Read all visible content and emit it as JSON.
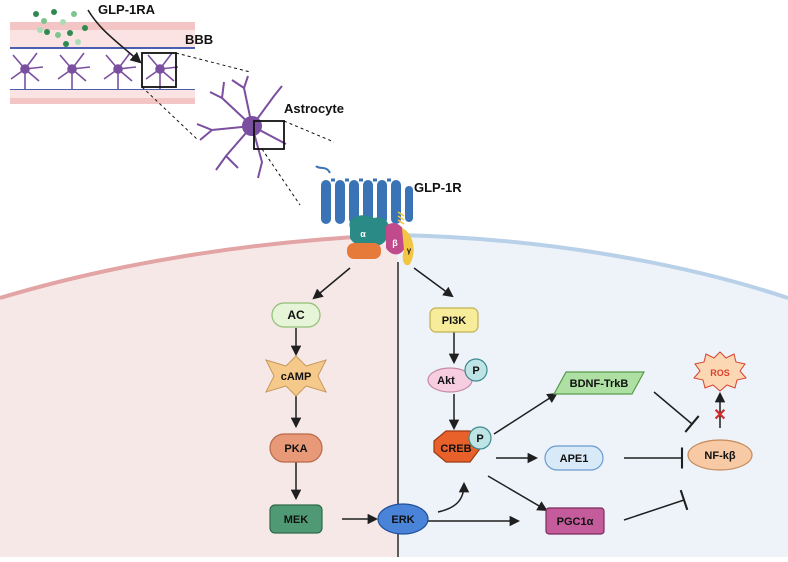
{
  "labels": {
    "glp1ra": "GLP-1RA",
    "bbb": "BBB",
    "astrocyte": "Astrocyte",
    "glp1r": "GLP-1R",
    "alpha": "α",
    "beta": "β",
    "gamma": "γ"
  },
  "nodes": {
    "ac": "AC",
    "camp": "cAMP",
    "pka": "PKA",
    "mek": "MEK",
    "erk": "ERK",
    "pi3k": "PI3K",
    "akt": "Akt",
    "creb": "CREB",
    "bdnf": "BDNF-TrkB",
    "ape1": "APE1",
    "pgc1a": "PGC1α",
    "nfkb": "NF-kβ",
    "ros": "ROS",
    "phospho": "P",
    "block_mark": "✕"
  },
  "colors": {
    "left_cell": "#f7e8e8",
    "right_cell": "#eef3fa",
    "left_membrane": "#e2a4a4",
    "right_membrane": "#b8d0e8",
    "receptor": "#3a73b6",
    "ac_fill": "#e6f5d8",
    "camp_fill": "#f4c98a",
    "pka_fill": "#e89a78",
    "mek_fill": "#4f9a74",
    "erk_fill": "#4a84d8",
    "pi3k_fill": "#f6ec9a",
    "akt_fill": "#f7cde0",
    "p_fill": "#bfe4e6",
    "creb_fill": "#e8612a",
    "bdnf_fill": "#aee0a4",
    "ape1_fill": "#d8eaf8",
    "pgc1a_fill": "#c45c9c",
    "nfkb_fill": "#f7c9a4",
    "ros_fill": "#fbd7b4",
    "ros_text": "#d9412c",
    "block_mark": "#d42a2a",
    "astrocyte": "#7b4fa0"
  }
}
